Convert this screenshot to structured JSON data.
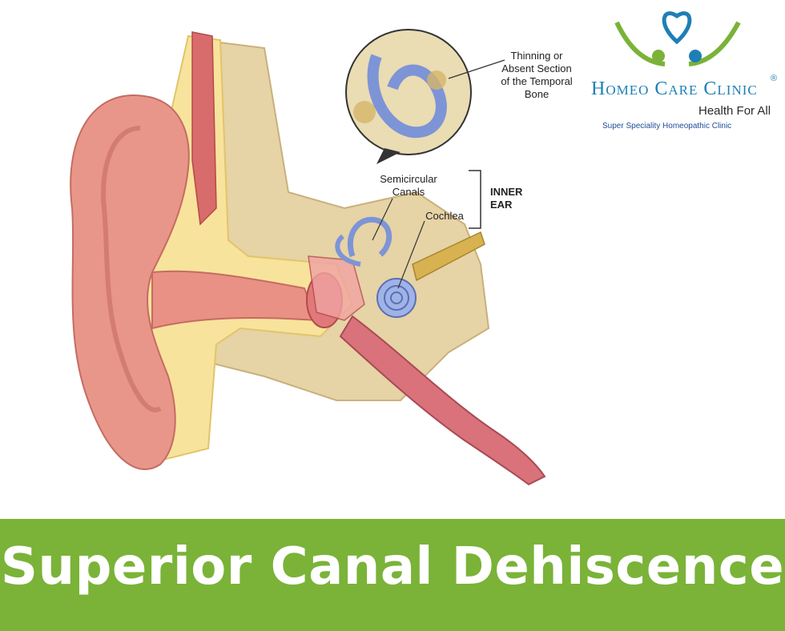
{
  "diagram": {
    "callouts": {
      "thinning": "Thinning or\nAbsent Section\nof the Temporal\nBone",
      "semicircular": "Semicircular\nCanals",
      "cochlea": "Cochlea",
      "inner_ear": "INNER\nEAR"
    }
  },
  "logo": {
    "brand": "Homeo Care Clinic",
    "registered": "®",
    "tagline": "Health For All",
    "subtitle": "Super Speciality Homeopathic Clinic",
    "colors": {
      "primary": "#1e7fb5",
      "green": "#7ab338"
    }
  },
  "banner": {
    "title": "Superior Canal Dehiscence",
    "background": "#7ab338"
  }
}
